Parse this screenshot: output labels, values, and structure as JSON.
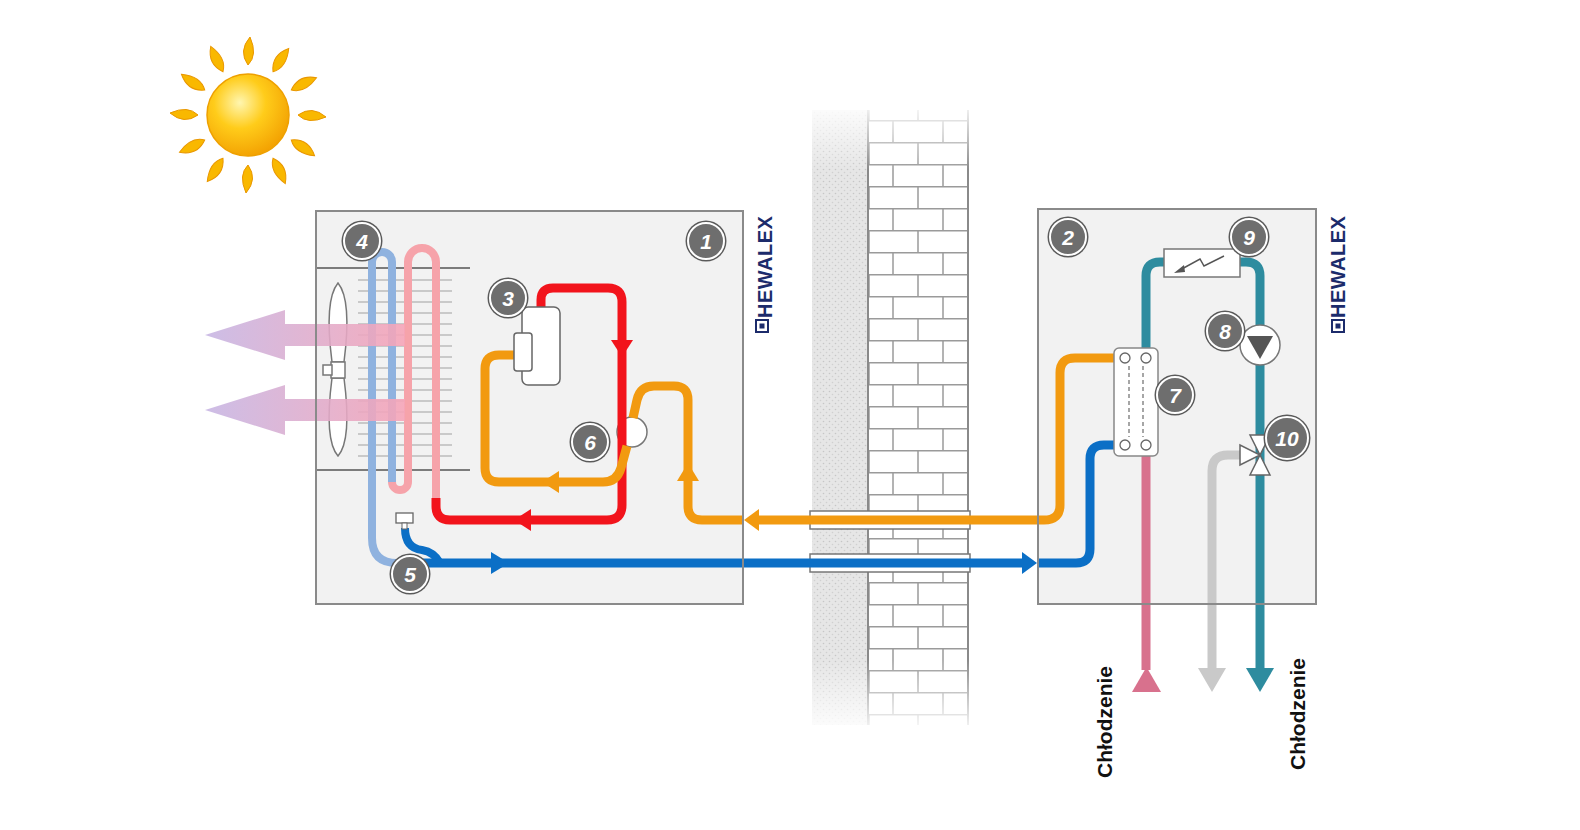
{
  "diagram": {
    "nodes": [
      {
        "text": [
          "HEWALEX"
        ]
      },
      {
        "text": [
          "HEWALEX"
        ]
      }
    ],
    "edges": [
      {
        "from": 0,
        "to": 1,
        "arrow": "to"
      },
      {
        "from": 1,
        "to": 0,
        "arrow": "to"
      }
    ],
    "labels": [
      "4",
      "1",
      "3",
      "6",
      "5",
      "2",
      "9",
      "8",
      "7",
      "10",
      "Chłodzenie",
      "Chłodzenie"
    ]
  }
}
